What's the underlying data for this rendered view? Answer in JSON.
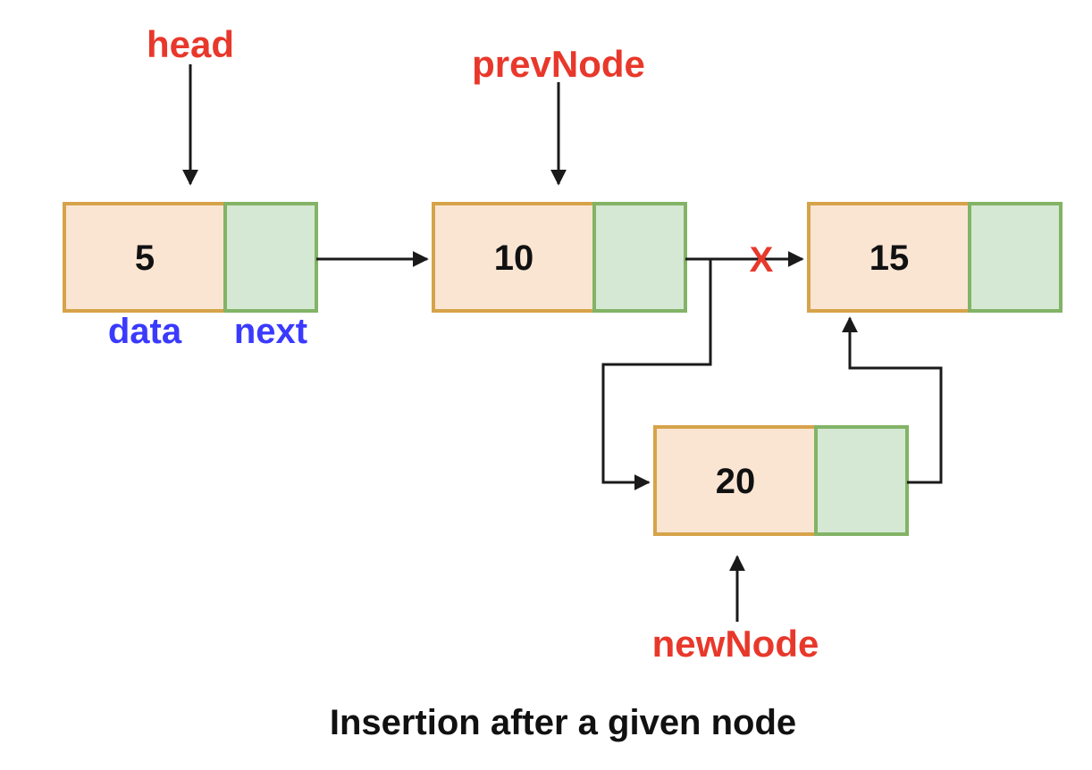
{
  "labels": {
    "head": "head",
    "prev_node": "prevNode",
    "new_node": "newNode",
    "data_field": "data",
    "next_field": "next",
    "broken_link_mark": "X"
  },
  "nodes": [
    {
      "id": "node-5",
      "value": "5"
    },
    {
      "id": "node-10",
      "value": "10"
    },
    {
      "id": "node-15",
      "value": "15"
    },
    {
      "id": "node-20",
      "value": "20"
    }
  ],
  "caption": "Insertion after a given node",
  "colors": {
    "data_fill": "#fae5d3",
    "data_border": "#d6a34a",
    "next_fill": "#d5e8d4",
    "next_border": "#82b366",
    "pointer_label": "#e8382b",
    "field_label": "#3a3aff",
    "arrow": "#1a1a1a"
  }
}
